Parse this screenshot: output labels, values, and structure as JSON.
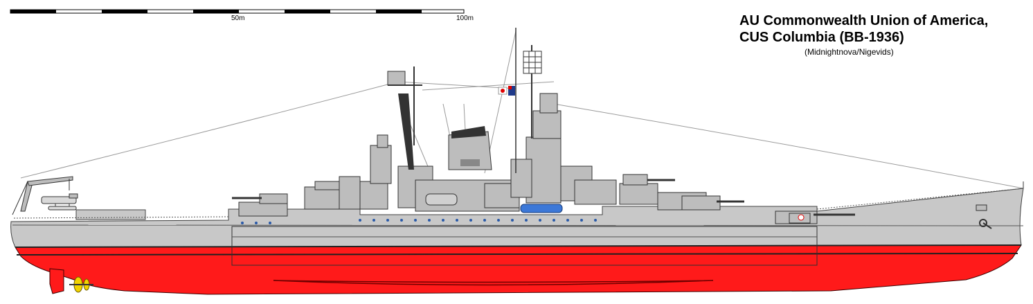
{
  "title": {
    "line1": "AU Commonwealth Union of America,",
    "line2": "CUS Columbia (BB-1936)"
  },
  "credit": "(Midnightnova/Nigevids)",
  "scale": {
    "mid_label": "50m",
    "end_label": "100m"
  },
  "colors": {
    "hull_grey": "#c8c8c8",
    "superstructure_grey": "#bdbdbd",
    "underwater_red": "#ff1a1a",
    "dark_line": "#404040",
    "boat_blue": "#3c78d8",
    "screw_yellow": "#f2d400"
  },
  "icons": {
    "flag_left": "maple-leaf-flag-icon",
    "flag_right": "ensign-flag-icon"
  }
}
